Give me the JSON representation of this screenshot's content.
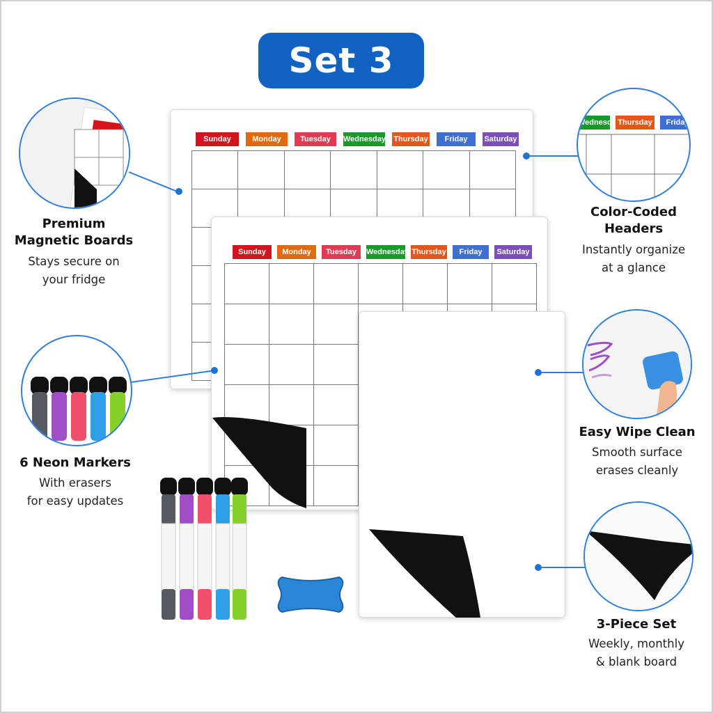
{
  "badge": {
    "label": "Set 3",
    "color": "#1262c4"
  },
  "weekdays": [
    "Sunday",
    "Monday",
    "Tuesday",
    "Wednesday",
    "Thursday",
    "Friday",
    "Saturday"
  ],
  "weekday_colors": [
    "#d4141c",
    "#e06a10",
    "#e23a52",
    "#179a2a",
    "#e4571a",
    "#3f6fd0",
    "#7b4fb8"
  ],
  "callouts": {
    "magnetic": {
      "title_line1": "Premium",
      "title_line2": "Magnetic Boards",
      "sub_line1": "Stays secure on",
      "sub_line2": "your fridge"
    },
    "headers": {
      "title_line1": "Color-Coded",
      "title_line2": "Headers",
      "sub_line1": "Instantly organize",
      "sub_line2": "at a glance",
      "zoom_labels": [
        "Wednesday",
        "Thursday",
        "Friday"
      ]
    },
    "markers": {
      "title": "6 Neon Markers",
      "sub_line1": "With erasers",
      "sub_line2": "for easy updates"
    },
    "wipe": {
      "title": "Easy Wipe Clean",
      "sub_line1": "Smooth surface",
      "sub_line2": "erases cleanly"
    },
    "pieces": {
      "title": "3-Piece Set",
      "sub_line1": "Weekly, monthly",
      "sub_line2": "& blank board"
    }
  },
  "marker_colors": [
    "#555a60",
    "#a04ec8",
    "#f0506a",
    "#2c9fe6",
    "#86d02a"
  ],
  "eraser_color": "#2a86d6"
}
